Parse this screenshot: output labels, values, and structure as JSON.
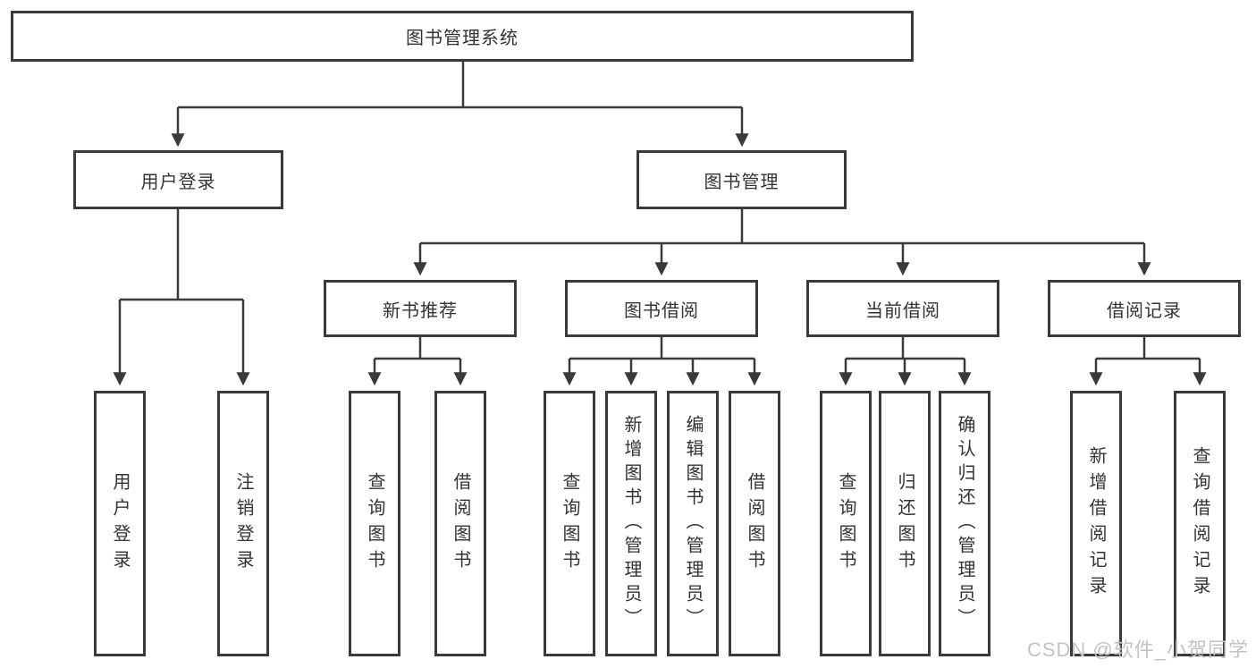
{
  "tree": {
    "root": {
      "label": "图书管理系统",
      "children": [
        {
          "label": "用户登录",
          "children": [
            {
              "label": "用户登录"
            },
            {
              "label": "注销登录"
            }
          ]
        },
        {
          "label": "图书管理",
          "children": [
            {
              "label": "新书推荐",
              "children": [
                {
                  "label": "查询图书"
                },
                {
                  "label": "借阅图书"
                }
              ]
            },
            {
              "label": "图书借阅",
              "children": [
                {
                  "label": "查询图书"
                },
                {
                  "label": "新增图书（管理员）"
                },
                {
                  "label": "编辑图书（管理员）"
                },
                {
                  "label": "借阅图书"
                }
              ]
            },
            {
              "label": "当前借阅",
              "children": [
                {
                  "label": "查询图书"
                },
                {
                  "label": "归还图书"
                },
                {
                  "label": "确认归还（管理员）"
                }
              ]
            },
            {
              "label": "借阅记录",
              "children": [
                {
                  "label": "新增借阅记录"
                },
                {
                  "label": "查询借阅记录"
                }
              ]
            }
          ]
        }
      ]
    }
  },
  "watermark": {
    "text": "CSDN @软件_小贺同学"
  },
  "colors": {
    "line": "#3a3a3a",
    "text": "#333333",
    "background": "#ffffff",
    "watermark": "#c3c3c3"
  }
}
